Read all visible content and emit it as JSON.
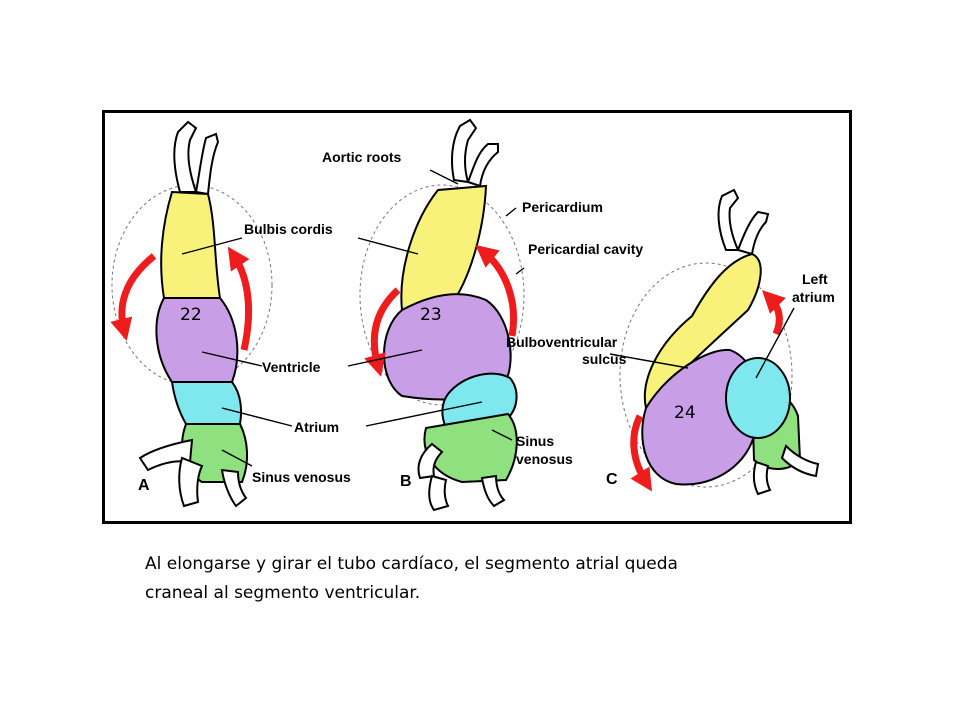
{
  "figure": {
    "labels": {
      "aortic_roots": "Aortic roots",
      "pericardium": "Pericardium",
      "bulbis_cordis": "Bulbis cordis",
      "pericardial_cavity": "Pericardial cavity",
      "bulboventricular_1": "Bulboventricular",
      "bulboventricular_2": "sulcus",
      "left_atrium_1": "Left",
      "left_atrium_2": "atrium",
      "ventricle": "Ventricle",
      "atrium": "Atrium",
      "sinus_venosus": "Sinus venosus",
      "sinus_venosus_b1": "Sinus",
      "sinus_venosus_b2": "venosus"
    },
    "panels": {
      "a": "A",
      "b": "B",
      "c": "C"
    },
    "stages": {
      "a": "22",
      "b": "23",
      "c": "24"
    },
    "colors": {
      "bulbus": "#f8f27a",
      "ventricle": "#c89ee6",
      "atrium": "#7fe8ef",
      "sinus": "#8fe07e",
      "arrow": "#ee1c1c",
      "frame": "#000000"
    }
  },
  "caption": {
    "line1": "Al elongarse y girar el tubo cardíaco, el segmento atrial queda",
    "line2": " craneal al segmento ventricular."
  }
}
